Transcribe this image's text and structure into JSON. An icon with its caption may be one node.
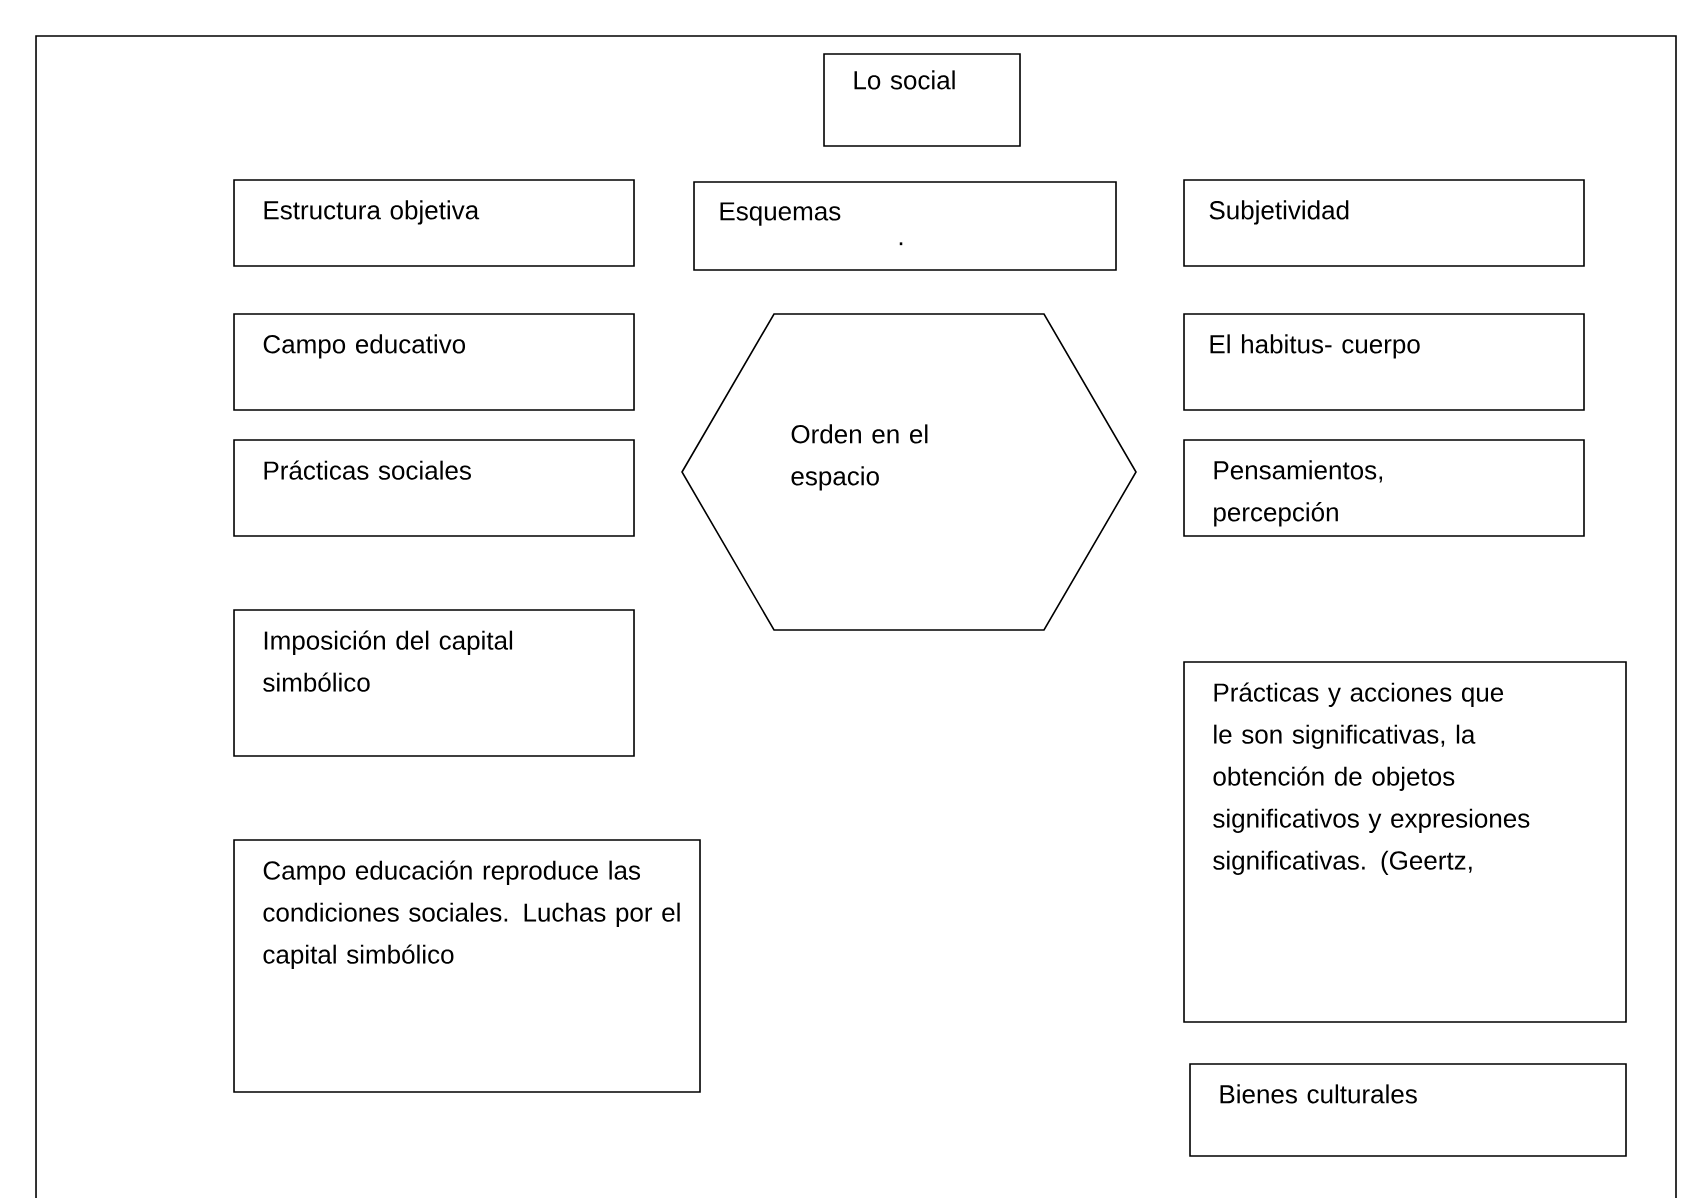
{
  "diagram": {
    "nodes": [
      {
        "text": [
          "Lo social"
        ]
      },
      {
        "text": [
          "Estructura objetiva"
        ]
      },
      {
        "text": [
          "Esquemas",
          "."
        ]
      },
      {
        "text": [
          "Subjetividad"
        ]
      },
      {
        "text": [
          "Campo educativo"
        ]
      },
      {
        "text": [
          "El habitus- cuerpo"
        ]
      },
      {
        "text": [
          "Orden en el espacio"
        ]
      },
      {
        "text": [
          "Prácticas sociales"
        ]
      },
      {
        "text": [
          "Pensamientos, percepción"
        ]
      },
      {
        "text": [
          "Imposición del capital simbólico"
        ]
      },
      {
        "text": [
          "Prácticas y acciones que le son significativas, la obtención de objetos significativos y expresiones significativas. (Geertz,"
        ]
      },
      {
        "text": [
          "Campo educación reproduce las condiciones sociales. Luchas por el capital simbólico"
        ]
      },
      {
        "text": [
          "Bienes culturales"
        ]
      }
    ],
    "edges": []
  }
}
